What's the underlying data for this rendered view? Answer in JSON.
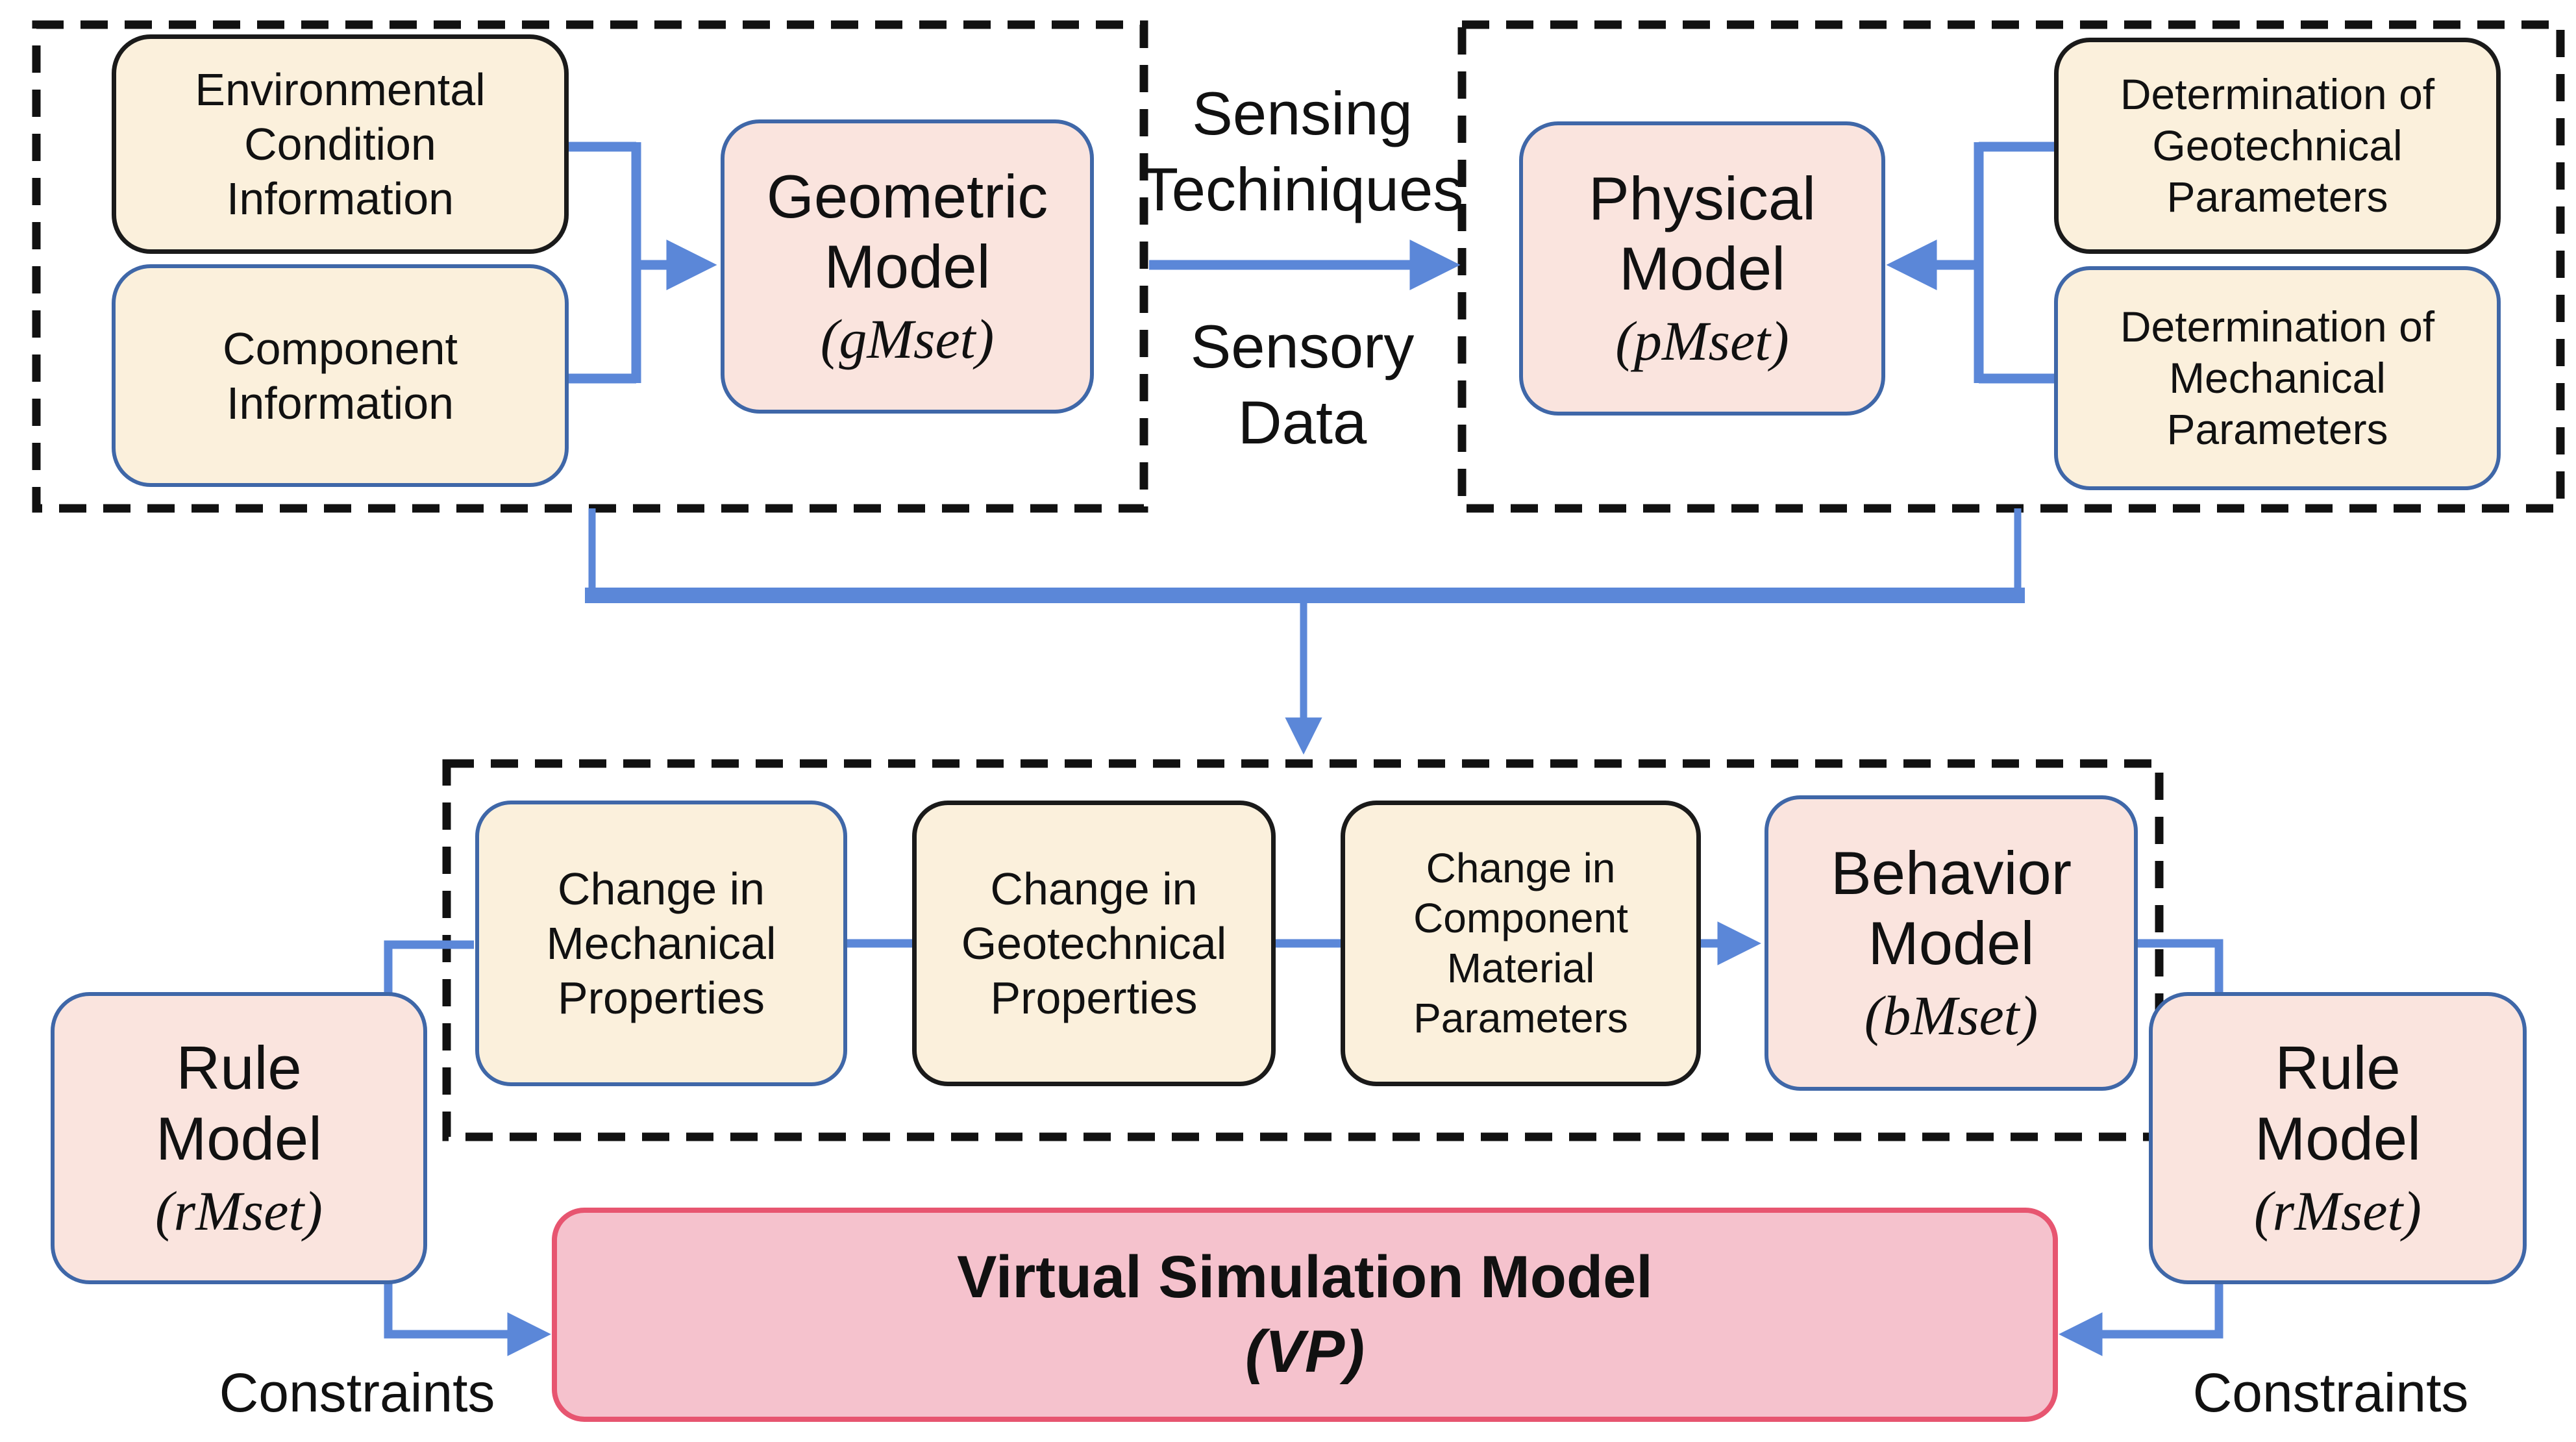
{
  "nodes": {
    "env": {
      "label": "Environmental Condition Information"
    },
    "comp": {
      "label": "Component Information"
    },
    "geometric": {
      "title": "Geometric Model",
      "subtitle": "(gMset)"
    },
    "physical": {
      "title": "Physical Model",
      "subtitle": "(pMset)"
    },
    "det_geo": {
      "label": "Determination of Geotechnical Parameters"
    },
    "det_mech": {
      "label": "Determination of Mechanical Parameters"
    },
    "change_mech": {
      "label": "Change in Mechanical Properties"
    },
    "change_geo": {
      "label": "Change in Geotechnical Properties"
    },
    "change_comp": {
      "label": "Change in Component Material Parameters"
    },
    "behavior": {
      "title": "Behavior Model",
      "subtitle": "(bMset)"
    },
    "rule_left": {
      "title": "Rule Model",
      "subtitle": "(rMset)"
    },
    "rule_right": {
      "title": "Rule Model",
      "subtitle": "(rMset)"
    },
    "vsm": {
      "title": "Virtual Simulation Model",
      "subtitle": "(VP)"
    }
  },
  "labels": {
    "sensing": "Sensing Techiniques",
    "sensory": "Sensory Data",
    "constraints_left": "Constraints",
    "constraints_right": "Constraints"
  },
  "colors": {
    "cream_fill": "#FBF0DC",
    "pink_fill": "#FAE4DE",
    "vsm_fill": "#F5C2CD",
    "vsm_border": "#E75570",
    "blue_border": "#3F67A8",
    "black_border": "#1A1A1A",
    "arrow": "#5B87D8",
    "dash": "#111111"
  }
}
